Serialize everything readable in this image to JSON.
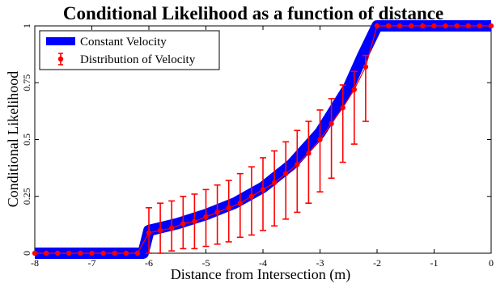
{
  "chart_data": {
    "type": "line",
    "title": "Conditional Likelihood as a function of distance",
    "xlabel": "Distance from Intersection (m)",
    "ylabel": "Conditional Likelihood",
    "xlim": [
      -8,
      0
    ],
    "ylim": [
      0,
      1
    ],
    "xticks": [
      -8,
      -7,
      -6,
      -5,
      -4,
      -3,
      -2,
      -1,
      0
    ],
    "yticks": [
      0,
      0.25,
      0.5,
      0.75,
      1
    ],
    "xtick_labels": [
      "-8",
      "-7",
      "-6",
      "-5",
      "-4",
      "-3",
      "-2",
      "-1",
      "0"
    ],
    "ytick_labels": [
      "0",
      "0.25",
      "0.5",
      "0.75",
      "1"
    ],
    "grid": false,
    "legend_position": "top-left",
    "colors": {
      "constant": "#0000ff",
      "distribution": "#ff0000"
    },
    "series": [
      {
        "name": "Constant Velocity",
        "style": "thick-line",
        "x": [
          -8,
          -6.1,
          -6.0,
          -5.5,
          -5.0,
          -4.5,
          -4.0,
          -3.5,
          -3.0,
          -2.5,
          -2.25,
          -2.0,
          0
        ],
        "y": [
          0,
          0,
          0.1,
          0.13,
          0.17,
          0.22,
          0.29,
          0.39,
          0.53,
          0.73,
          0.87,
          1.0,
          1.0
        ]
      },
      {
        "name": "Distribution of Velocity",
        "style": "errorbar",
        "x": [
          -8.0,
          -7.8,
          -7.6,
          -7.4,
          -7.2,
          -7.0,
          -6.8,
          -6.6,
          -6.4,
          -6.2,
          -6.0,
          -5.8,
          -5.6,
          -5.4,
          -5.2,
          -5.0,
          -4.8,
          -4.6,
          -4.4,
          -4.2,
          -4.0,
          -3.8,
          -3.6,
          -3.4,
          -3.2,
          -3.0,
          -2.8,
          -2.6,
          -2.4,
          -2.2,
          -2.0,
          -1.8,
          -1.6,
          -1.4,
          -1.2,
          -1.0,
          -0.8,
          -0.6,
          -0.4,
          -0.2,
          0.0
        ],
        "y": [
          0,
          0,
          0,
          0,
          0,
          0,
          0,
          0,
          0,
          0,
          0.09,
          0.1,
          0.11,
          0.13,
          0.14,
          0.16,
          0.18,
          0.2,
          0.22,
          0.25,
          0.28,
          0.31,
          0.35,
          0.39,
          0.44,
          0.5,
          0.57,
          0.64,
          0.72,
          0.82,
          1.0,
          1.0,
          1.0,
          1.0,
          1.0,
          1.0,
          1.0,
          1.0,
          1.0,
          1.0,
          1.0
        ],
        "lower": [
          0,
          0,
          0,
          0,
          0,
          0,
          0,
          0,
          0,
          0,
          0.0,
          0.0,
          0.01,
          0.02,
          0.02,
          0.03,
          0.04,
          0.05,
          0.07,
          0.08,
          0.1,
          0.12,
          0.15,
          0.18,
          0.22,
          0.27,
          0.33,
          0.4,
          0.48,
          0.58,
          1.0,
          1.0,
          1.0,
          1.0,
          1.0,
          1.0,
          1.0,
          1.0,
          1.0,
          1.0,
          1.0
        ],
        "upper": [
          0,
          0,
          0,
          0,
          0,
          0,
          0,
          0,
          0,
          0,
          0.2,
          0.22,
          0.23,
          0.25,
          0.26,
          0.28,
          0.3,
          0.32,
          0.35,
          0.38,
          0.42,
          0.45,
          0.49,
          0.54,
          0.58,
          0.63,
          0.68,
          0.74,
          0.8,
          0.87,
          1.0,
          1.0,
          1.0,
          1.0,
          1.0,
          1.0,
          1.0,
          1.0,
          1.0,
          1.0,
          1.0
        ]
      }
    ]
  }
}
